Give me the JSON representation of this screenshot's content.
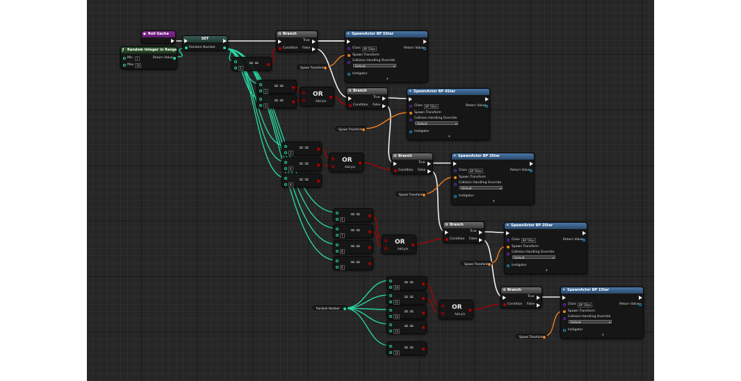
{
  "event_node": {
    "title": "Roll Gacha"
  },
  "random_node": {
    "title": "Random Integer in Range",
    "min_label": "Min",
    "min_value": "1",
    "max_label": "Max",
    "max_value": "10",
    "return_label": "Return Value"
  },
  "set_node": {
    "title": "SET",
    "var_label": "Random Number"
  },
  "var_get_label": "Random Number",
  "equal_symbol": "==",
  "or_label": "OR",
  "add_pin_label": "Add pin",
  "compare_values": [
    "5",
    "1",
    "3",
    "2",
    "4",
    "9",
    "5",
    "7",
    "8",
    "6",
    "10",
    "11",
    "12",
    "13",
    "15"
  ],
  "branch": {
    "title": "Branch",
    "true_label": "True",
    "false_label": "False",
    "condition_label": "Condition"
  },
  "spawn": {
    "class_label": "Class",
    "class_value": "BP 5Star",
    "return_label": "Return Value",
    "transform_label": "Spawn Transform",
    "collision_label": "Collision Handling Override",
    "collision_value": "Default",
    "instigator_label": "Instigator",
    "titles": [
      "SpawnActor BP 5Star",
      "SpawnActor BP 4Star",
      "SpawnActor BP 3Star",
      "SpawnActor BP 2Star",
      "SpawnActor BP 1Star"
    ]
  },
  "spawn_transform_label": "Spawn Transform",
  "colors": {
    "exec": "#f2f2f2",
    "integer": "#2ad4a0",
    "boolean": "#b00000",
    "transform": "#f08020",
    "event": "#8a2a9a",
    "spawn_header": "#4a78a8"
  }
}
